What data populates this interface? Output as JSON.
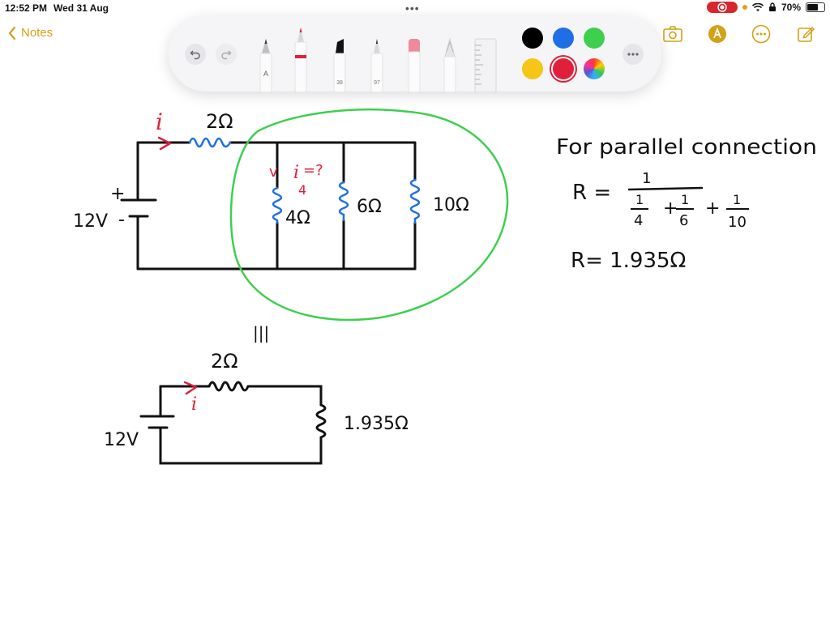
{
  "status_bar": {
    "time": "12:52 PM",
    "date": "Wed 31 Aug",
    "battery": "70%",
    "battery_level": 0.7
  },
  "nav": {
    "back_label": "Notes"
  },
  "toolbar": {
    "tools": [
      "undo-icon",
      "redo-icon",
      "pen-tool",
      "marker-tool",
      "highlighter-tool",
      "fineliner-tool",
      "eraser-tool",
      "pencil-tool",
      "ruler-tool"
    ],
    "tool_sizes": {
      "pen": "A",
      "highlighter": "38",
      "fineliner": "97"
    },
    "colors": [
      "#000000",
      "#1e6fe6",
      "#3fcf4f",
      "#f5c518",
      "#e0203a",
      "multicolor"
    ]
  },
  "top_right_icons": [
    "camera-icon",
    "markup-icon",
    "more-icon",
    "compose-icon"
  ],
  "handwriting": {
    "current_label": "i",
    "r_series_top": "2Ω",
    "r1": "4Ω",
    "r2": "6Ω",
    "r3": "10Ω",
    "i4_label": "i",
    "i4_sub": "4",
    "i4_eq": "=?",
    "v_label": "v",
    "plus_sign": "+",
    "minus_sign": "-",
    "voltage_top": "12V",
    "equivalent_marks": "|||",
    "r_series_bottom": "2Ω",
    "voltage_bottom": "12V",
    "current_bottom": "i",
    "r_eq_bottom": "1.935Ω",
    "heading": "For parallel connection",
    "formula_lhs": "R =",
    "formula_num": "1",
    "frac1_num": "1",
    "frac1_den": "4",
    "plus1": "+",
    "frac2_num": "1",
    "frac2_den": "6",
    "plus2": "+",
    "frac3_num": "1",
    "frac3_den": "10",
    "result": "R= 1.935Ω"
  }
}
